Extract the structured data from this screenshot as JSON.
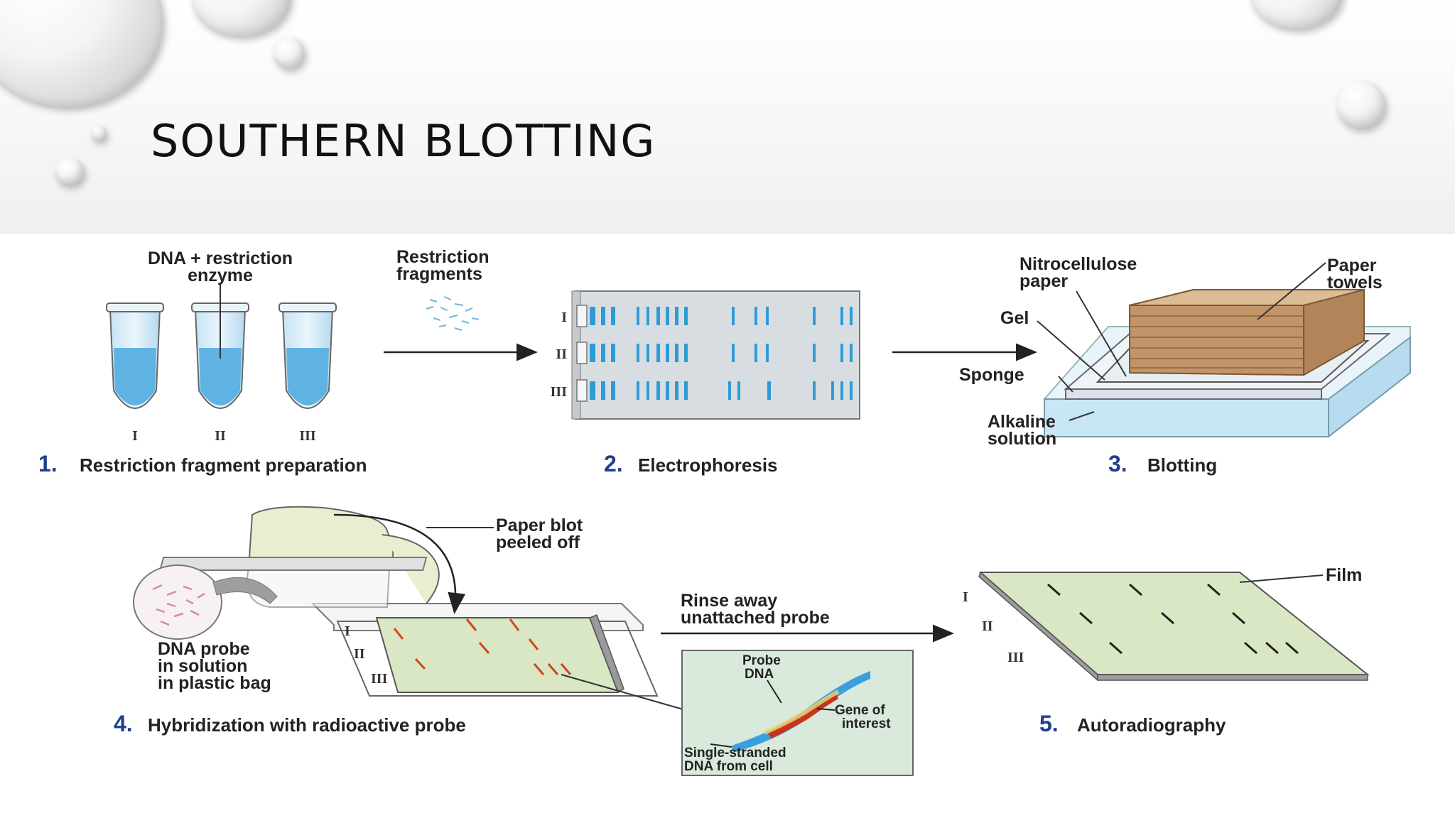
{
  "slide": {
    "title": "SOUTHERN BLOTTING"
  },
  "diagram": {
    "step1": {
      "number": "1.",
      "caption": "Restriction fragment preparation",
      "label_line1": "DNA + restriction",
      "label_line2": "enzyme",
      "tubes": [
        "I",
        "II",
        "III"
      ]
    },
    "step2": {
      "number": "2.",
      "caption": "Electrophoresis",
      "fragments_line1": "Restriction",
      "fragments_line2": "fragments",
      "lanes": [
        "I",
        "II",
        "III"
      ]
    },
    "step3": {
      "number": "3.",
      "caption": "Blotting",
      "nitro_line1": "Nitrocellulose",
      "nitro_line2": "paper",
      "towels_line1": "Paper",
      "towels_line2": "towels",
      "gel": "Gel",
      "sponge": "Sponge",
      "alkaline_line1": "Alkaline",
      "alkaline_line2": "solution"
    },
    "step4": {
      "number": "4.",
      "caption": "Hybridization with radioactive probe",
      "peeled_line1": "Paper blot",
      "peeled_line2": "peeled off",
      "probe_line1": "DNA probe",
      "probe_line2": "in solution",
      "probe_line3": "in plastic bag",
      "lanes": [
        "I",
        "II",
        "III"
      ],
      "inset_probe_line1": "Probe",
      "inset_probe_line2": "DNA",
      "inset_gene_line1": "Gene of",
      "inset_gene_line2": "interest",
      "inset_ss_line1": "Single-stranded",
      "inset_ss_line2": "DNA from cell"
    },
    "rinse_line1": "Rinse away",
    "rinse_line2": "unattached probe",
    "step5": {
      "number": "5.",
      "caption": "Autoradiography",
      "film": "Film",
      "lanes": [
        "I",
        "II",
        "III"
      ]
    },
    "colors": {
      "gel_blue": "#2f9bd6",
      "tube_fill": "#8cc8ea",
      "towel": "#d6b48e",
      "film_green": "#d9e7c4",
      "probe_red": "#c8331e",
      "step_blue": "#1f3f8f"
    }
  }
}
